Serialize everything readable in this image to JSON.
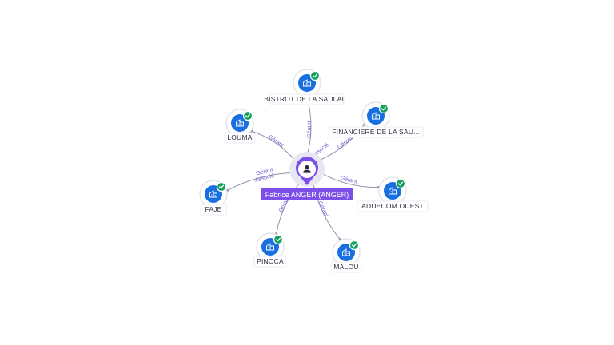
{
  "center": {
    "label": "Fabrice ANGER (ANGER)",
    "icon": "person-icon",
    "color": "#7d4fe8"
  },
  "nodes": [
    {
      "id": "bistrot",
      "label": "BISTROT DE LA SAULAI...",
      "icon": "building-icon",
      "verified": true
    },
    {
      "id": "financiere",
      "label": "FINANCIERE DE LA SAU...",
      "icon": "building-icon",
      "verified": true
    },
    {
      "id": "louma",
      "label": "LOUMA",
      "icon": "building-icon",
      "verified": true
    },
    {
      "id": "faje",
      "label": "FAJE",
      "icon": "building-icon",
      "verified": true
    },
    {
      "id": "addecom",
      "label": "ADDECOM OUEST",
      "icon": "building-icon",
      "verified": true
    },
    {
      "id": "pinoca",
      "label": "PINOCA",
      "icon": "building-icon",
      "verified": true
    },
    {
      "id": "malou",
      "label": "MALOU",
      "icon": "building-icon",
      "verified": true
    }
  ],
  "edges": [
    {
      "to": "bistrot",
      "labels": [
        "Gérant"
      ]
    },
    {
      "to": "financiere",
      "labels": [
        "Gérant",
        "Associé"
      ]
    },
    {
      "to": "louma",
      "labels": [
        "Gérant"
      ]
    },
    {
      "to": "faje",
      "labels": [
        "Gérant",
        "Associé"
      ]
    },
    {
      "to": "addecom",
      "labels": [
        "Gérant"
      ]
    },
    {
      "to": "pinoca",
      "labels": [
        "Gérant"
      ]
    },
    {
      "to": "malou",
      "labels": [
        "Gérant"
      ]
    }
  ],
  "colors": {
    "company": "#1a6fe0",
    "verified_badge": "#12a05c",
    "edge_label": "#6b5fd6",
    "edge": "#8e93a8"
  }
}
